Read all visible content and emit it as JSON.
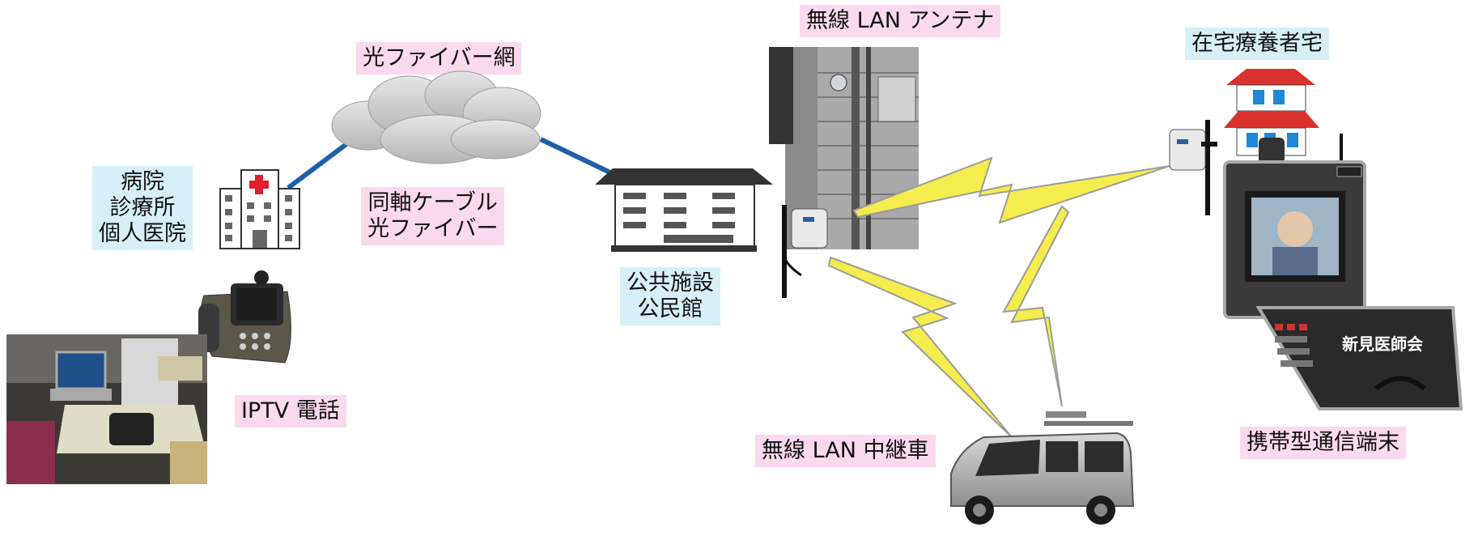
{
  "labels": {
    "hospital": [
      "病院",
      "診療所",
      "個人医院"
    ],
    "fiber_network": "光ファイバー網",
    "cable": [
      "同軸ケーブル",
      "光ファイバー"
    ],
    "wireless_antenna": "無線 LAN アンテナ",
    "public_facility": [
      "公共施設",
      "公民館"
    ],
    "home": "在宅療養者宅",
    "iptv_phone": "IPTV 電話",
    "relay_vehicle": "無線 LAN 中継車",
    "portable_terminal": "携帯型通信端末",
    "case_sign": "新見医師会"
  },
  "colors": {
    "pink_label": "#fbd9ee",
    "blue_label": "#d7f0f8",
    "fiber_line": "#1f5fa8",
    "lightning": "#f5ec4e",
    "cross_red": "#e0202a",
    "house_roof": "#d9322e",
    "house_window": "#1e88d6"
  }
}
